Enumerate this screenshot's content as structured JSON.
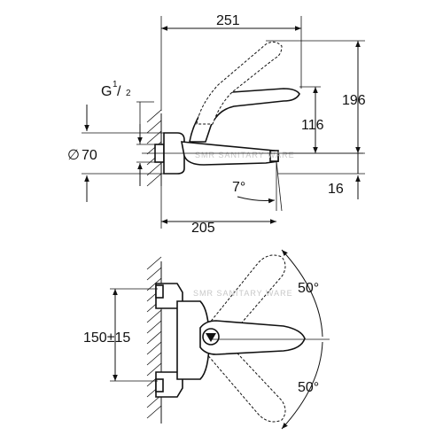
{
  "dimensions": {
    "width_total": "251",
    "height_total": "196",
    "spout_height": "116",
    "diameter": "70",
    "thread_main": "G",
    "thread_sup": "1",
    "thread_sub": "2",
    "spout_angle": "7°",
    "spout_offset": "16",
    "projection": "205",
    "connection_distance": "150±15",
    "rotation_up": "50°",
    "rotation_down": "50°"
  },
  "watermark": {
    "side_view": "SMR SANITARY WARE",
    "top_view": "SMR SANITARY WARE"
  }
}
